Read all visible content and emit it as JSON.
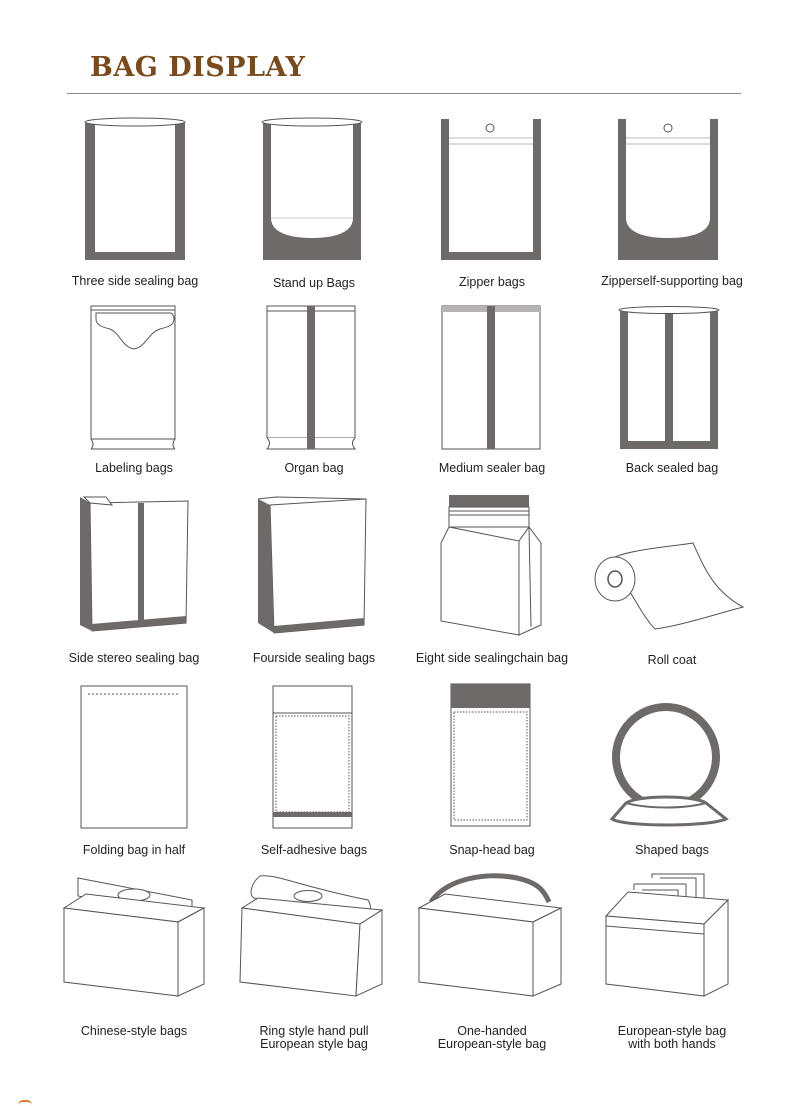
{
  "header": {
    "title": "BAG DISPLAY"
  },
  "bags": [
    {
      "id": "three-side-sealing",
      "label": "Three side sealing bag"
    },
    {
      "id": "stand-up",
      "label": "Stand up Bags"
    },
    {
      "id": "zipper",
      "label": "Zipper bags"
    },
    {
      "id": "zipper-self-supporting",
      "label": "Zipperself-supporting bag"
    },
    {
      "id": "labeling",
      "label": "Labeling bags"
    },
    {
      "id": "organ",
      "label": "Organ bag"
    },
    {
      "id": "medium-sealer",
      "label": "Medium sealer bag"
    },
    {
      "id": "back-sealed",
      "label": "Back sealed bag"
    },
    {
      "id": "side-stereo-sealing",
      "label": "Side stereo sealing bag"
    },
    {
      "id": "fourside-sealing",
      "label": "Fourside sealing bags"
    },
    {
      "id": "eight-side-sealing-chain",
      "label": "Eight side sealingchain bag"
    },
    {
      "id": "roll-coat",
      "label": "Roll coat"
    },
    {
      "id": "folding-half",
      "label": "Folding bag in half"
    },
    {
      "id": "self-adhesive",
      "label": "Self-adhesive bags"
    },
    {
      "id": "snap-head",
      "label": "Snap-head bag"
    },
    {
      "id": "shaped",
      "label": "Shaped bags"
    },
    {
      "id": "chinese-style",
      "label": "Chinese-style bags"
    },
    {
      "id": "ring-style-hand-pull",
      "label": "Ring style hand pull",
      "label2": "European style bag"
    },
    {
      "id": "one-handed-european",
      "label": "One-handed",
      "label2": "European-style bag"
    },
    {
      "id": "european-both-hands",
      "label": "European-style bag",
      "label2": "with both hands"
    }
  ]
}
